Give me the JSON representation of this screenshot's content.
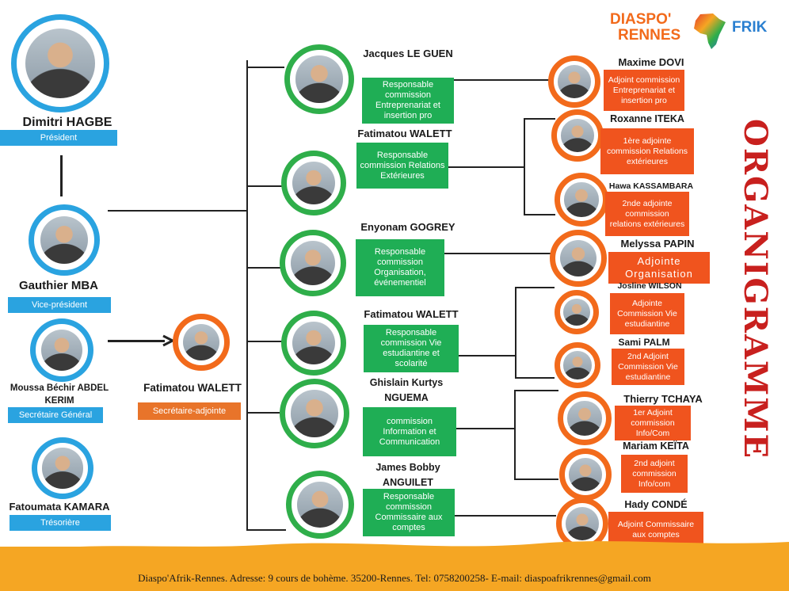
{
  "logo": {
    "line1": "DIASPO'",
    "line2": "RENNES",
    "frik": "FRIK"
  },
  "title": "ORGANIGRAMME",
  "left": [
    {
      "name": "Dimitri HAGBE",
      "role": "Président"
    },
    {
      "name": "Gauthier MBA",
      "role": "Vice-président"
    },
    {
      "name": "Moussa Béchir ABDEL KERIM",
      "role": "Secrétaire Général"
    },
    {
      "name": "Fatoumata KAMARA",
      "role": "Trésorière"
    }
  ],
  "deputy_secretary": {
    "name": "Fatimatou WALETT",
    "role": "Secrétaire-adjointe"
  },
  "middle": [
    {
      "name": "Jacques LE GUEN",
      "role": "Responsable commission Entreprenariat et insertion pro"
    },
    {
      "name": "Fatimatou WALETT",
      "role": "Responsable commission Relations Extérieures"
    },
    {
      "name": "Enyonam GOGREY",
      "role": "Responsable commission Organisation, événementiel"
    },
    {
      "name": "Fatimatou WALETT",
      "role": "Responsable commission Vie estudiantine et scolarité"
    },
    {
      "name": "Ghislain Kurtys NGUEMA",
      "role": "commission Information et Communication"
    },
    {
      "name": "James Bobby ANGUILET",
      "role": "Responsable commission Commissaire aux comptes"
    }
  ],
  "right": [
    {
      "name": "Maxime DOVI",
      "role": "Adjoint commission Entreprenariat et insertion pro"
    },
    {
      "name": "Roxanne ITEKA",
      "role": "1ère adjointe commission Relations extérieures"
    },
    {
      "name": "Hawa KASSAMBARA",
      "role": "2nde adjointe commission relations extérieures"
    },
    {
      "name": "Melyssa PAPIN",
      "role": "Adjointe Organisation"
    },
    {
      "name": "Josline WILSON",
      "role": "Adjointe Commission Vie estudiantine"
    },
    {
      "name": "Sami PALM",
      "role": "2nd Adjoint Commission Vie estudiantine"
    },
    {
      "name": "Thierry TCHAYA",
      "role": "1er Adjoint commission Info/Com"
    },
    {
      "name": "Mariam KEÏTA",
      "role": "2nd adjoint commission Info/com"
    },
    {
      "name": "Hady CONDÉ",
      "role": "Adjoint Commissaire aux comptes"
    }
  ],
  "footer": "Diaspo'Afrik-Rennes. Adresse: 9 cours de bohème. 35200-Rennes. Tel: 0758200258- E-mail: diaspoafrikrennes@gmail.com",
  "colors": {
    "blue": "#2aa3e0",
    "green": "#1fae55",
    "orange": "#f0541e",
    "title_red": "#c8201e",
    "footer_band": "#f5a623"
  }
}
